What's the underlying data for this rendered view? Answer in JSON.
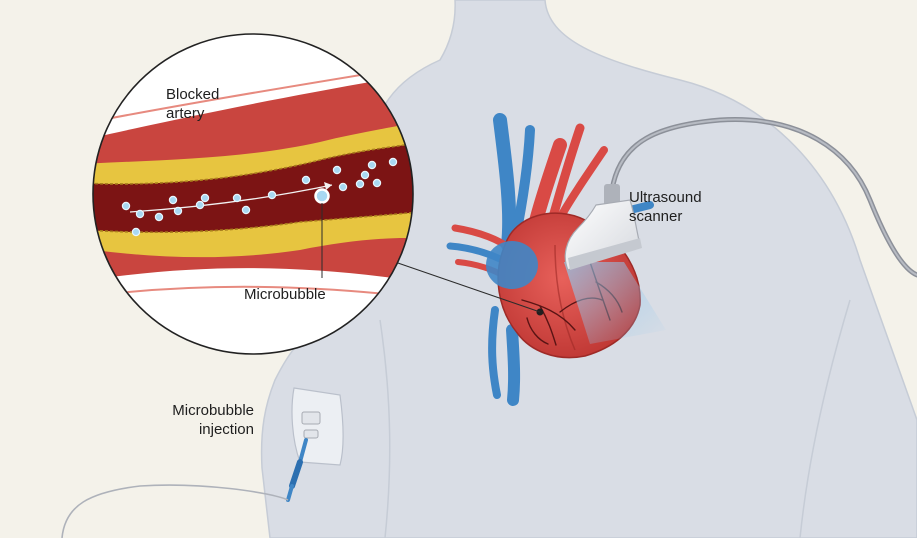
{
  "labels": {
    "blocked_artery": [
      "Blocked",
      "artery"
    ],
    "microbubble": "Microbubble",
    "ultrasound_scanner": [
      "Ultrasound",
      "scanner"
    ],
    "microbubble_injection": [
      "Microbubble",
      "injection"
    ]
  },
  "colors": {
    "background": "#f4f2ea",
    "body": "#d9dde5",
    "artery_wall": "#c9453f",
    "plaque": "#e7c540",
    "blood": "#7c1414",
    "microbubble": "#a8d8f2",
    "heart": "#d94a45",
    "vein": "#3f86c6",
    "scanner": "#f3f4f6"
  }
}
